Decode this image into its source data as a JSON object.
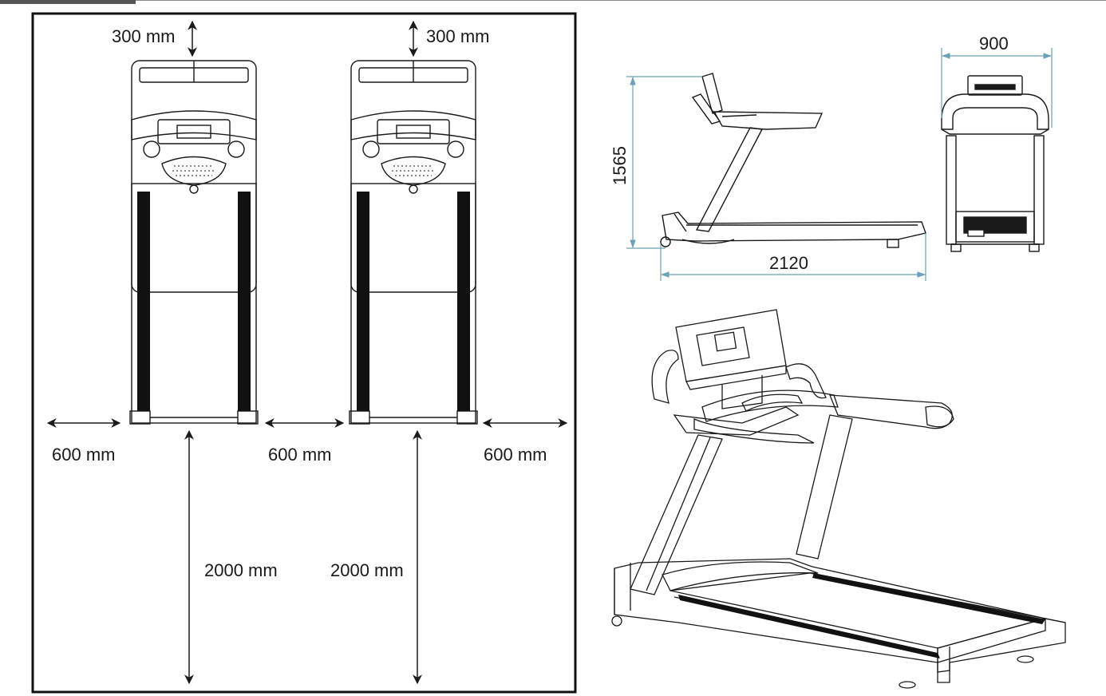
{
  "layout_plan": {
    "labels": {
      "top_clearance_left": "300 mm",
      "top_clearance_right": "300 mm",
      "side_clearance_left": "600 mm",
      "side_clearance_middle": "600 mm",
      "side_clearance_right": "600 mm",
      "rear_clearance_left": "2000 mm",
      "rear_clearance_right": "2000 mm"
    }
  },
  "side_view": {
    "height_label": "1565",
    "length_label": "2120"
  },
  "front_view": {
    "width_label": "900"
  },
  "colors": {
    "line": "#1a1a1a",
    "belt": "#111111",
    "dimension": "#6aa0b8"
  }
}
